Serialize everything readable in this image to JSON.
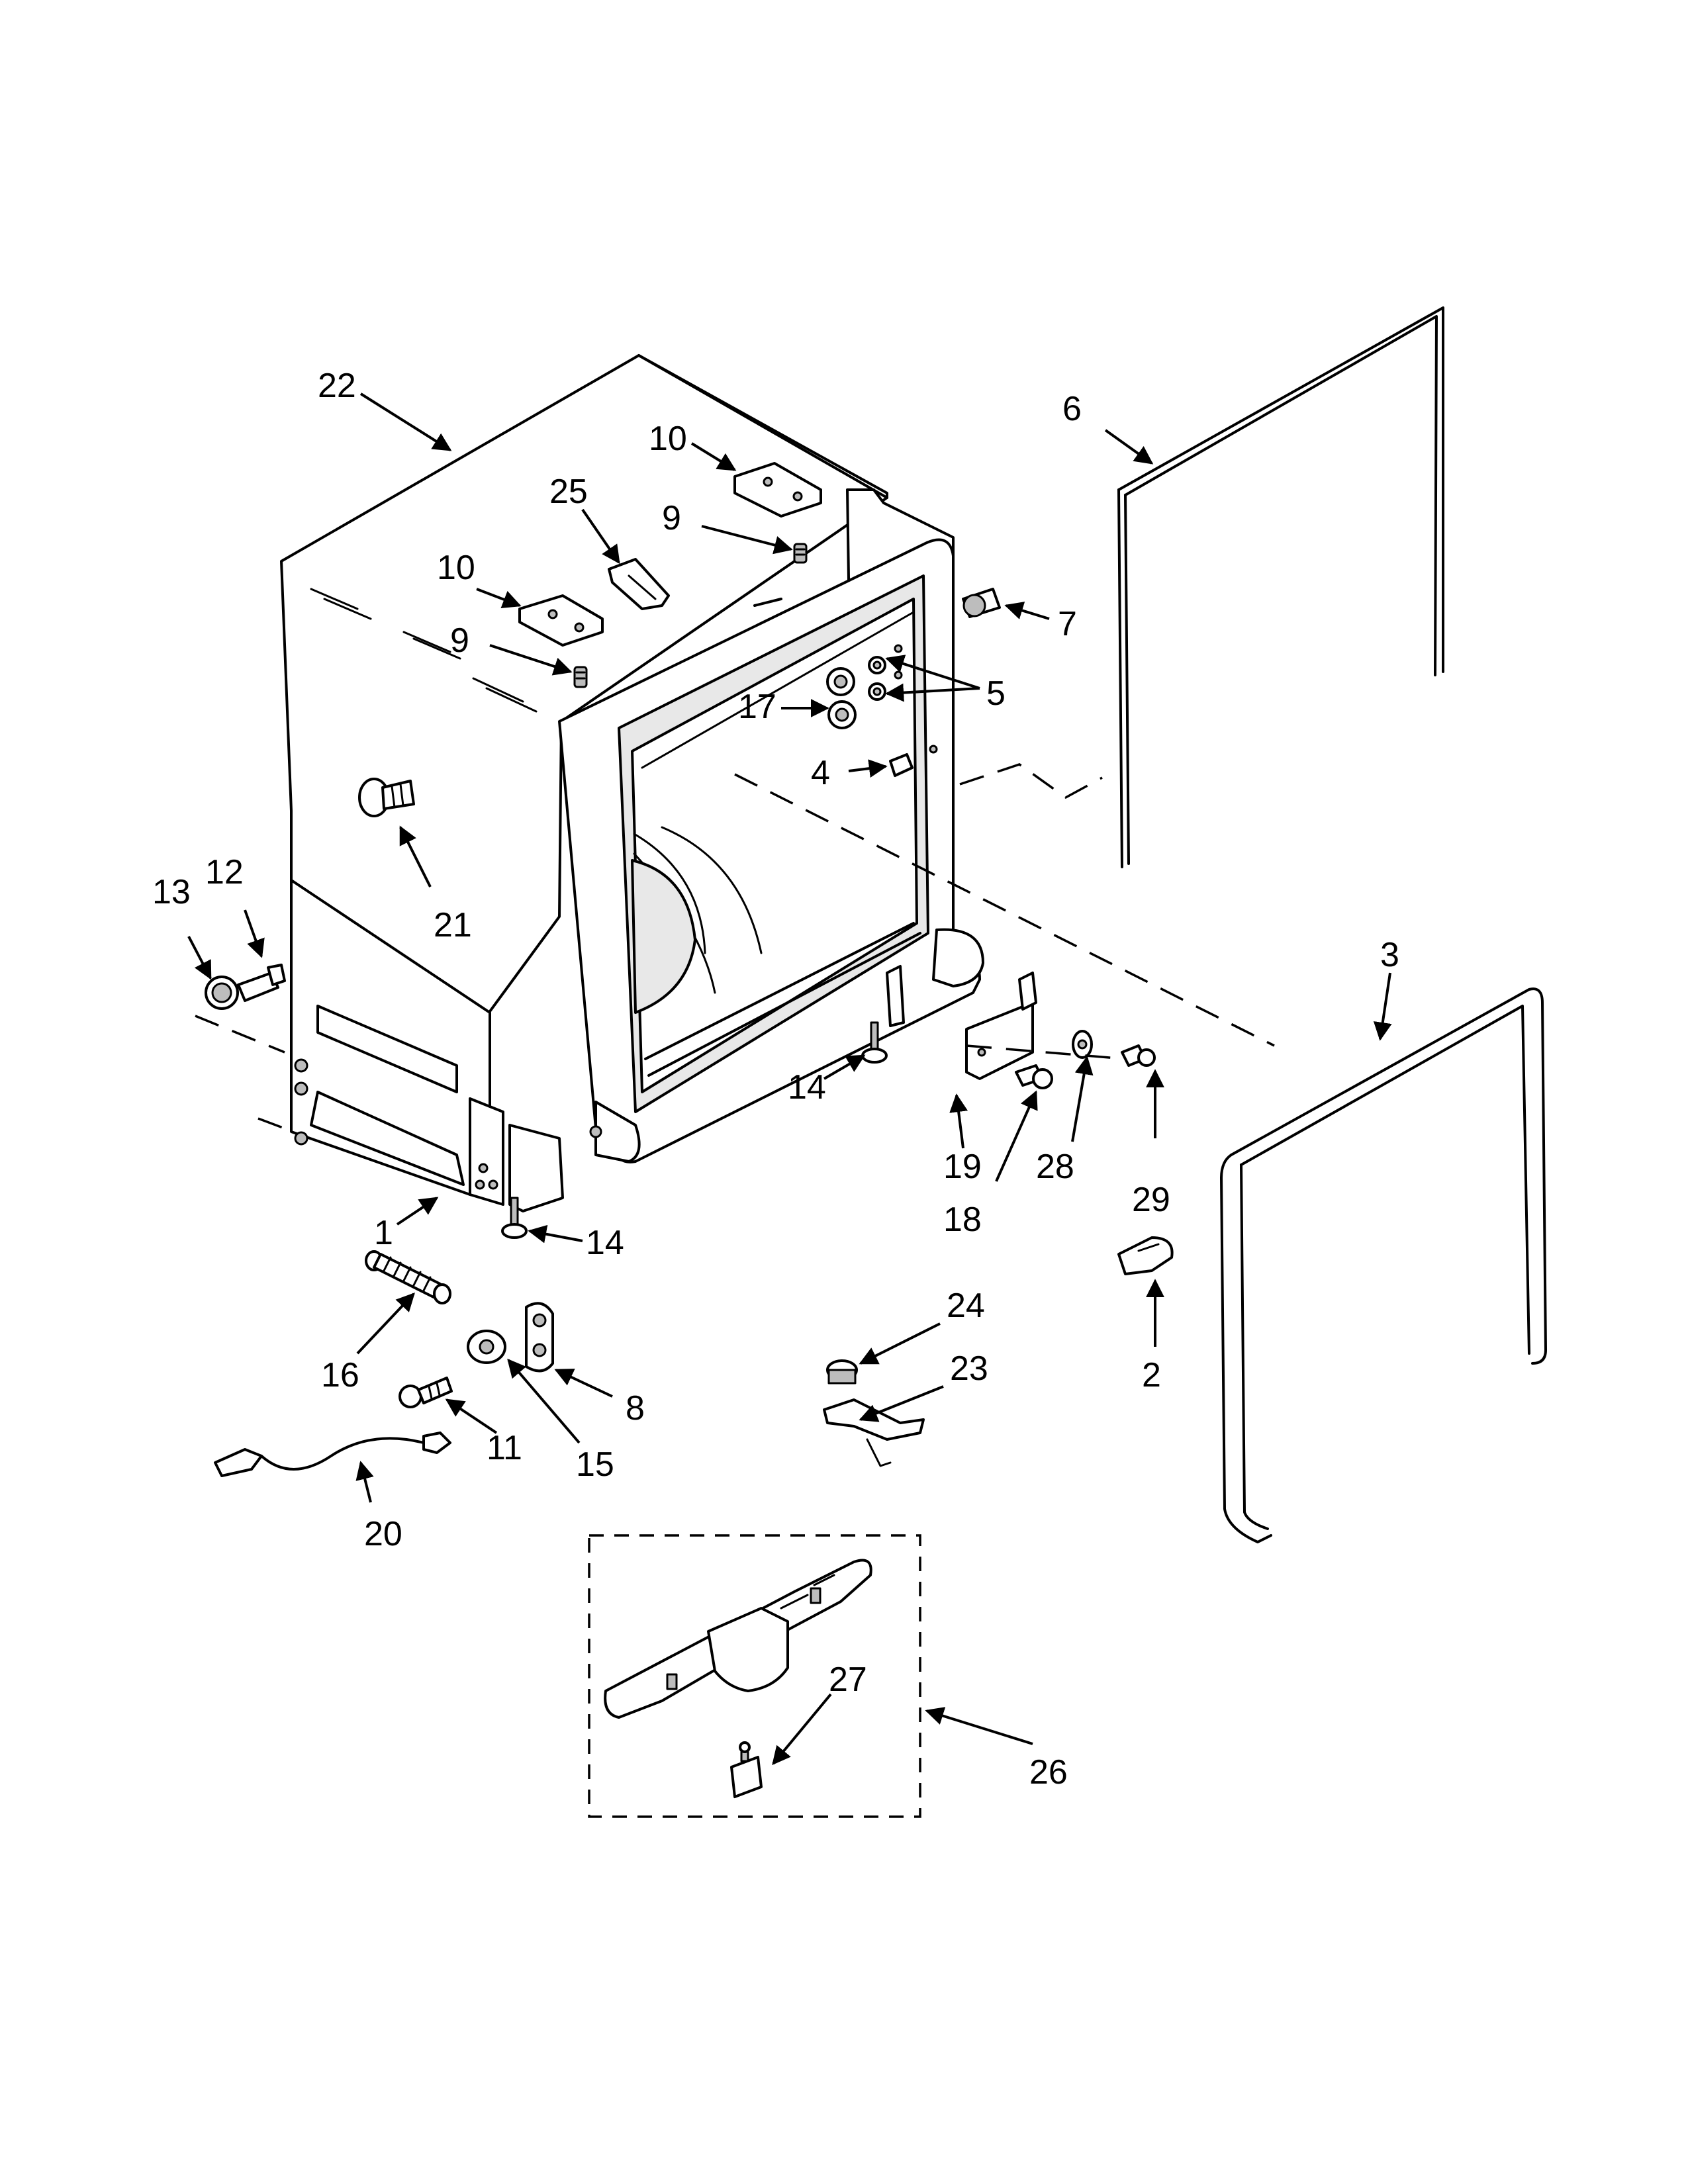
{
  "diagram": {
    "callouts": [
      {
        "id": "c22",
        "text": "22"
      },
      {
        "id": "c10a",
        "text": "10"
      },
      {
        "id": "c25",
        "text": "25"
      },
      {
        "id": "c9a",
        "text": "9"
      },
      {
        "id": "c10b",
        "text": "10"
      },
      {
        "id": "c9b",
        "text": "9"
      },
      {
        "id": "c6",
        "text": "6"
      },
      {
        "id": "c7",
        "text": "7"
      },
      {
        "id": "c5",
        "text": "5"
      },
      {
        "id": "c17",
        "text": "17"
      },
      {
        "id": "c4",
        "text": "4"
      },
      {
        "id": "c21",
        "text": "21"
      },
      {
        "id": "c13",
        "text": "13"
      },
      {
        "id": "c12",
        "text": "12"
      },
      {
        "id": "c3",
        "text": "3"
      },
      {
        "id": "c14a",
        "text": "14"
      },
      {
        "id": "c19",
        "text": "19"
      },
      {
        "id": "c28",
        "text": "28"
      },
      {
        "id": "c29",
        "text": "29"
      },
      {
        "id": "c18",
        "text": "18"
      },
      {
        "id": "c1",
        "text": "1"
      },
      {
        "id": "c14b",
        "text": "14"
      },
      {
        "id": "c16",
        "text": "16"
      },
      {
        "id": "c24",
        "text": "24"
      },
      {
        "id": "c23",
        "text": "23"
      },
      {
        "id": "c2",
        "text": "2"
      },
      {
        "id": "c8",
        "text": "8"
      },
      {
        "id": "c11",
        "text": "11"
      },
      {
        "id": "c15",
        "text": "15"
      },
      {
        "id": "c20",
        "text": "20"
      },
      {
        "id": "c27",
        "text": "27"
      },
      {
        "id": "c26",
        "text": "26"
      }
    ]
  }
}
